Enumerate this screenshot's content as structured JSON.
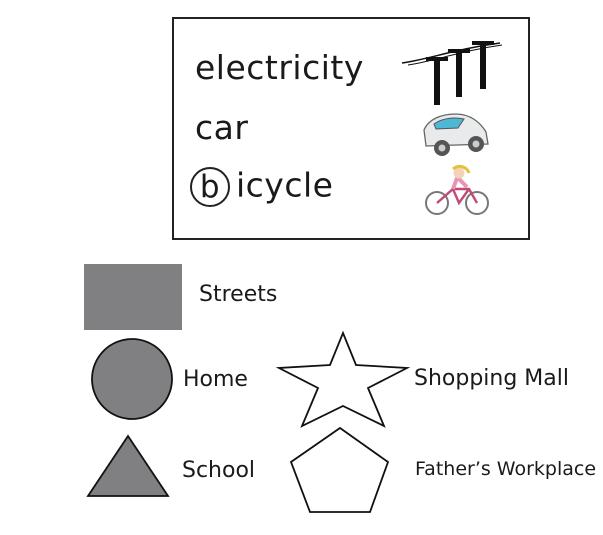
{
  "legend": {
    "items": [
      {
        "label": "electricity",
        "icon": "power-lines-icon"
      },
      {
        "label": "car",
        "icon": "car-icon"
      },
      {
        "circled_letter": "b",
        "rest": "icycle",
        "icon": "bicycle-icon"
      }
    ]
  },
  "map_key": {
    "streets": {
      "label": "Streets",
      "shape": "gray-rectangle",
      "color": "#808082"
    },
    "home": {
      "label": "Home",
      "shape": "gray-circle",
      "color": "#808082"
    },
    "school": {
      "label": "School",
      "shape": "gray-triangle",
      "color": "#808082"
    },
    "shopping_mall": {
      "label": "Shopping Mall",
      "shape": "outline-star"
    },
    "fathers_workplace": {
      "label": "Father’s Workplace",
      "shape": "outline-pentagon"
    }
  }
}
